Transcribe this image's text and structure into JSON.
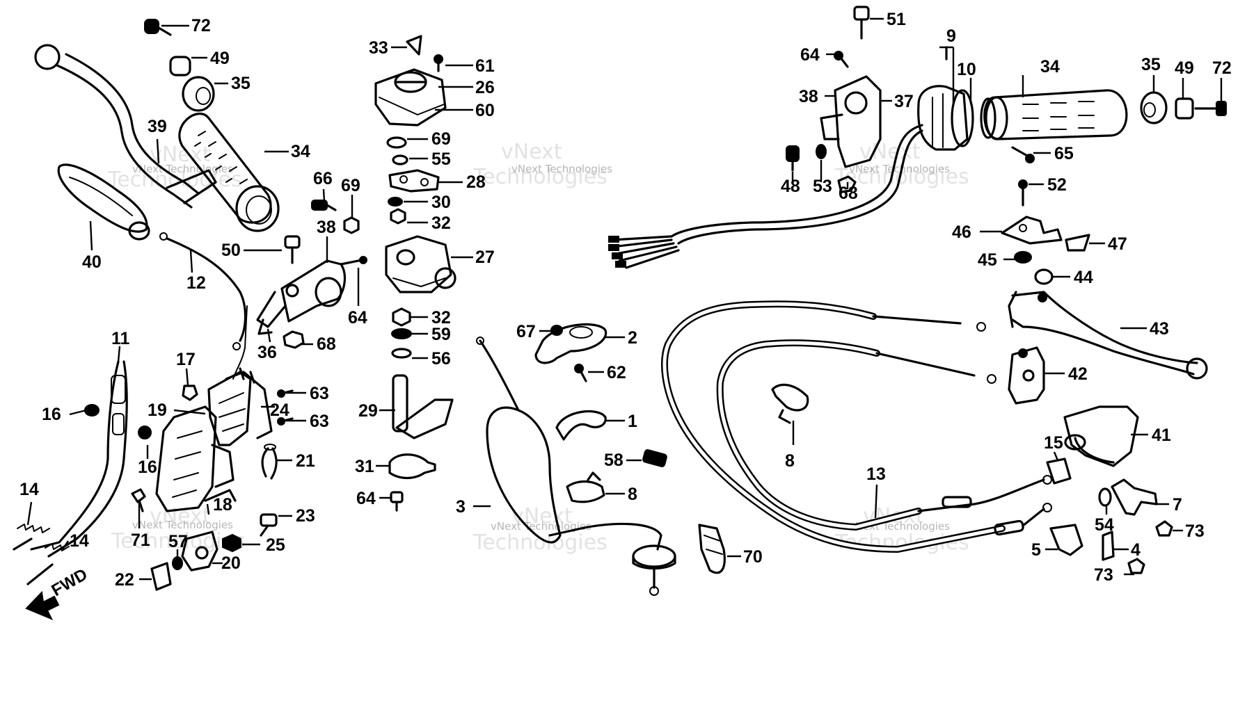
{
  "diagram": {
    "direction_label": "FWD",
    "watermark": {
      "line1": "vNext",
      "line2": "Technologies",
      "small": "vNext Technologies"
    },
    "callouts": [
      "72",
      "49",
      "35",
      "34",
      "39",
      "40",
      "12",
      "66",
      "69",
      "50",
      "38",
      "36",
      "68",
      "64",
      "11",
      "16",
      "17",
      "19",
      "24",
      "63",
      "63",
      "21",
      "18",
      "23",
      "25",
      "20",
      "22",
      "57",
      "71",
      "14",
      "14",
      "16",
      "33",
      "61",
      "26",
      "60",
      "69",
      "55",
      "28",
      "30",
      "32",
      "27",
      "32",
      "59",
      "56",
      "29",
      "31",
      "64",
      "67",
      "2",
      "62",
      "1",
      "58",
      "8",
      "3",
      "70",
      "51",
      "9",
      "10",
      "64",
      "38",
      "37",
      "48",
      "53",
      "68",
      "34",
      "35",
      "49",
      "72",
      "65",
      "52",
      "46",
      "47",
      "45",
      "44",
      "43",
      "42",
      "8",
      "13",
      "15",
      "41",
      "7",
      "54",
      "73",
      "5",
      "4",
      "73"
    ]
  }
}
